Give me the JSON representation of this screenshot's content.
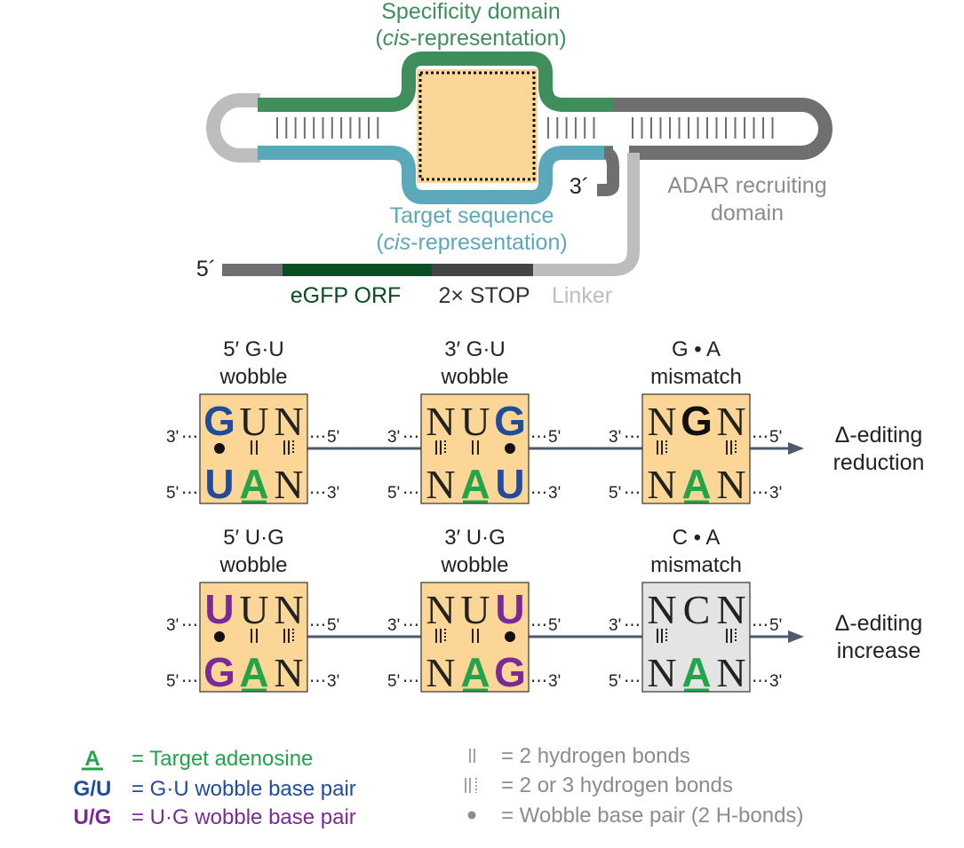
{
  "colors": {
    "green": "#3f8f5c",
    "teal": "#5ca8bb",
    "dark_gray": "#6f6f6f",
    "light_gray": "#bdbdbd",
    "box_fill": "#fcd696",
    "egfp": "#0b4d22",
    "stop": "#444444",
    "blue": "#1f4d9b",
    "purple": "#7a2a96",
    "target_green": "#21a44a",
    "gray_box": "#e4e4e4",
    "gray_text": "#8c8c8c"
  },
  "schematic": {
    "specificity_line1": "Specificity domain",
    "specificity_line2_pre": "(",
    "specificity_line2_italic": "cis",
    "specificity_line2_post": "-representation)",
    "target_line1": "Target sequence",
    "target_line2_pre": "(",
    "target_line2_italic": "cis",
    "target_line2_post": "-representation)",
    "adar_line1": "ADAR recruiting",
    "adar_line2": "domain",
    "three_prime": "3´",
    "five_prime": "5´",
    "egfp": "eGFP ORF",
    "stop": "2× STOP",
    "linker": "Linker"
  },
  "end_labels": {
    "three_dots": "3'",
    "five_dots": "5'"
  },
  "rows": [
    {
      "effect_line1": "Δ-editing",
      "effect_line2": "reduction",
      "boxes": [
        {
          "title1": "5′ G·U",
          "title2": "wobble",
          "top": [
            "G",
            "U",
            "N"
          ],
          "bottom": [
            "U",
            "A",
            "N"
          ],
          "bonds": [
            "dot",
            "two",
            "three"
          ]
        },
        {
          "title1": "3′ G·U",
          "title2": "wobble",
          "top": [
            "N",
            "U",
            "G"
          ],
          "bottom": [
            "N",
            "A",
            "U"
          ],
          "bonds": [
            "three",
            "two",
            "dot"
          ]
        },
        {
          "title1": "G • A",
          "title2": "mismatch",
          "top": [
            "N",
            "G",
            "N"
          ],
          "bottom": [
            "N",
            "A",
            "N"
          ],
          "bonds": [
            "three",
            "none",
            "three"
          ]
        }
      ]
    },
    {
      "effect_line1": "Δ-editing",
      "effect_line2": "increase",
      "boxes": [
        {
          "title1": "5′ U·G",
          "title2": "wobble",
          "top": [
            "U",
            "U",
            "N"
          ],
          "bottom": [
            "G",
            "A",
            "N"
          ],
          "bonds": [
            "dot",
            "two",
            "three"
          ]
        },
        {
          "title1": "3′ U·G",
          "title2": "wobble",
          "top": [
            "N",
            "U",
            "U"
          ],
          "bottom": [
            "N",
            "A",
            "G"
          ],
          "bonds": [
            "three",
            "two",
            "dot"
          ]
        },
        {
          "title1": "C • A",
          "title2": "mismatch",
          "top": [
            "N",
            "C",
            "N"
          ],
          "bottom": [
            "N",
            "A",
            "N"
          ],
          "bonds": [
            "three",
            "none",
            "three"
          ]
        }
      ]
    }
  ],
  "legend": {
    "target_symbol": "A",
    "target_text": "= Target adenosine",
    "gu_symbol": "G/U",
    "gu_text": "= G·U wobble base pair",
    "ug_symbol": "U/G",
    "ug_text": "= U·G wobble base pair",
    "two_bonds_symbol": "II",
    "two_bonds_text": "= 2 hydrogen bonds",
    "two_three_text": "= 2 or 3 hydrogen bonds",
    "dot_text": "= Wobble base pair (2 H-bonds)"
  }
}
